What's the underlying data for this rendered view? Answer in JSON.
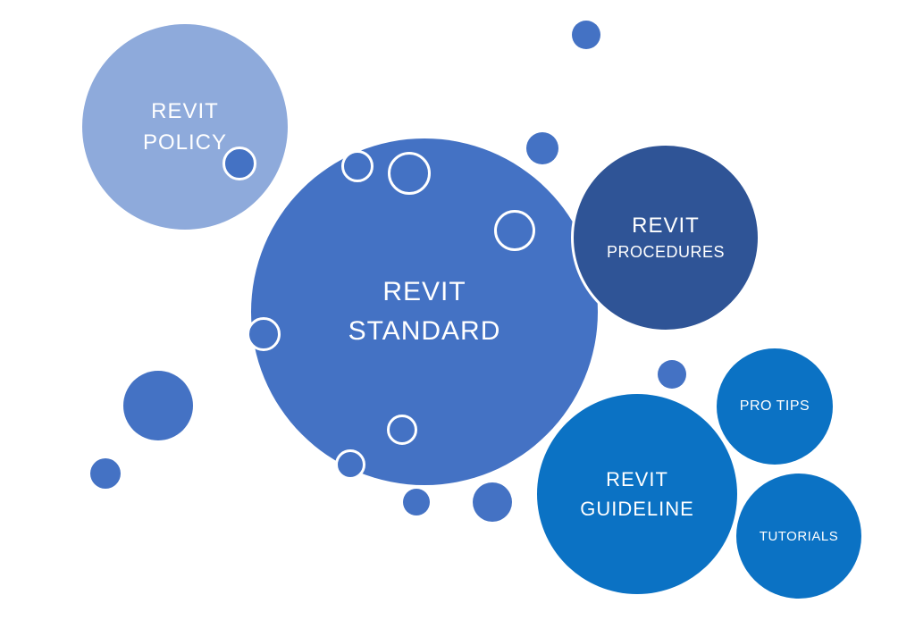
{
  "diagram": {
    "background": "#FFFFFF",
    "bubbles": {
      "policy": {
        "line1": "REVIT",
        "line2": "POLICY"
      },
      "standard": {
        "line1": "REVIT",
        "line2": "STANDARD"
      },
      "procedures": {
        "line1": "REVIT",
        "line2": "PROCEDURES"
      },
      "guideline": {
        "line1": "REVIT",
        "line2": "GUIDELINE"
      },
      "pro_tips": {
        "label": "PRO TIPS"
      },
      "tutorials": {
        "label": "TUTORIALS"
      }
    }
  },
  "colors": {
    "light_blue": "#8EAADB",
    "medium_blue": "#4472C4",
    "dark_blue": "#2F5496",
    "azure_blue": "#0B72C4",
    "text_white": "#FFFFFF",
    "ring_white": "#FFFFFF"
  }
}
